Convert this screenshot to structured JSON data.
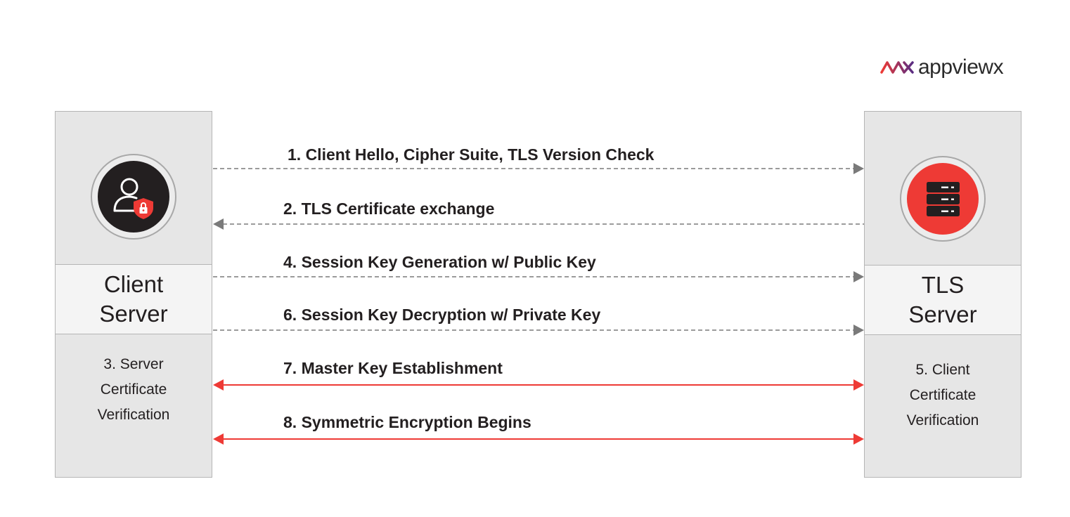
{
  "brand": {
    "logo_text": "appviewx",
    "logo_colors": [
      "#ee3a35",
      "#5a2d82"
    ]
  },
  "client": {
    "name_lines": [
      "Client",
      "Server"
    ],
    "icon": "user-shield-lock-icon",
    "verification_lines": [
      "3. Server",
      "Certificate",
      "Verification"
    ]
  },
  "server": {
    "name_lines": [
      "TLS",
      "Server"
    ],
    "icon": "server-rack-icon",
    "verification_lines": [
      "5. Client",
      "Certificate",
      "Verification"
    ]
  },
  "messages": [
    {
      "label": "1. Client Hello, Cipher Suite, TLS Version Check",
      "direction": "to-server",
      "style": "dashed"
    },
    {
      "label": "2. TLS Certificate exchange",
      "direction": "to-client",
      "style": "dashed"
    },
    {
      "label": "4. Session Key Generation w/ Public Key",
      "direction": "to-server",
      "style": "dashed"
    },
    {
      "label": "6. Session Key Decryption w/ Private Key",
      "direction": "to-server",
      "style": "dashed"
    },
    {
      "label": "7. Master Key Establishment",
      "direction": "both",
      "style": "solid"
    },
    {
      "label": "8. Symmetric Encryption Begins",
      "direction": "both",
      "style": "solid"
    }
  ],
  "colors": {
    "dashed_arrow": "#7a7a7a",
    "solid_arrow": "#ee3a35",
    "panel": "#e6e6e6",
    "icon_dark": "#231f20",
    "icon_red": "#ee3a35"
  }
}
